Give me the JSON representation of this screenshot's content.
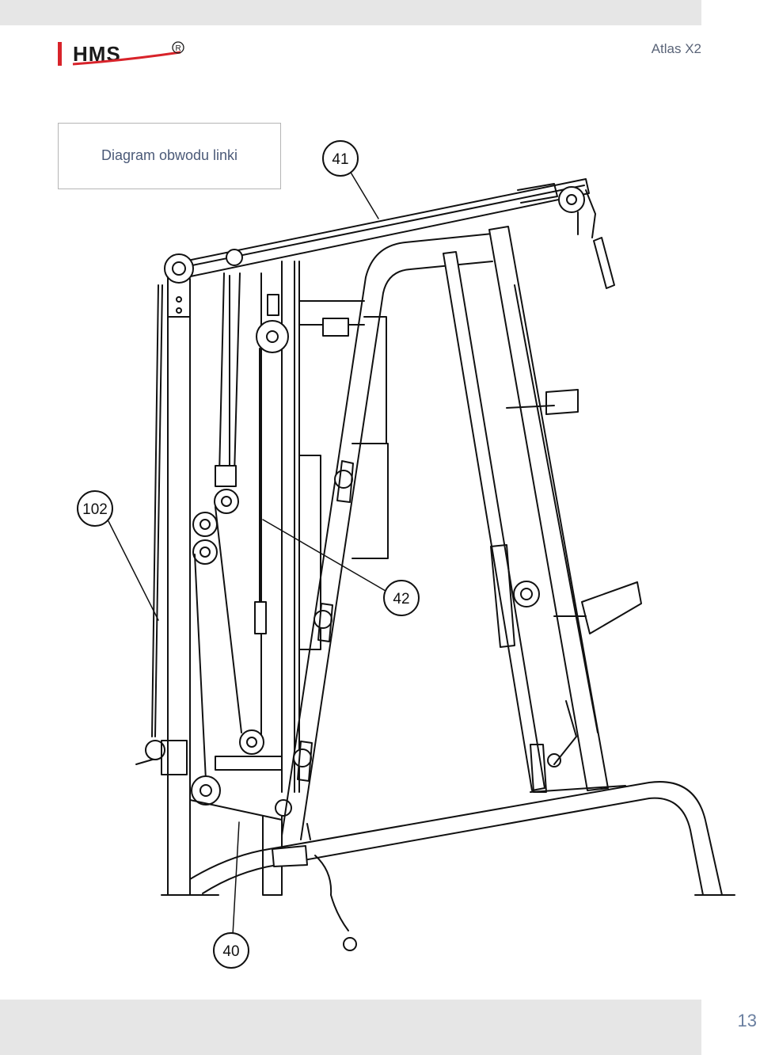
{
  "header": {
    "logo_text": "HMS",
    "registered_mark": "R",
    "product_name": "Atlas X2"
  },
  "section": {
    "title": "Diagram obwodu linki"
  },
  "callouts": [
    {
      "label": "41"
    },
    {
      "label": "102"
    },
    {
      "label": "42"
    },
    {
      "label": "40"
    }
  ],
  "footer": {
    "page_number": "13"
  },
  "colors": {
    "logo_red": "#d8232a",
    "title_text": "#4b5a78",
    "page_number": "#6a7fa0"
  }
}
